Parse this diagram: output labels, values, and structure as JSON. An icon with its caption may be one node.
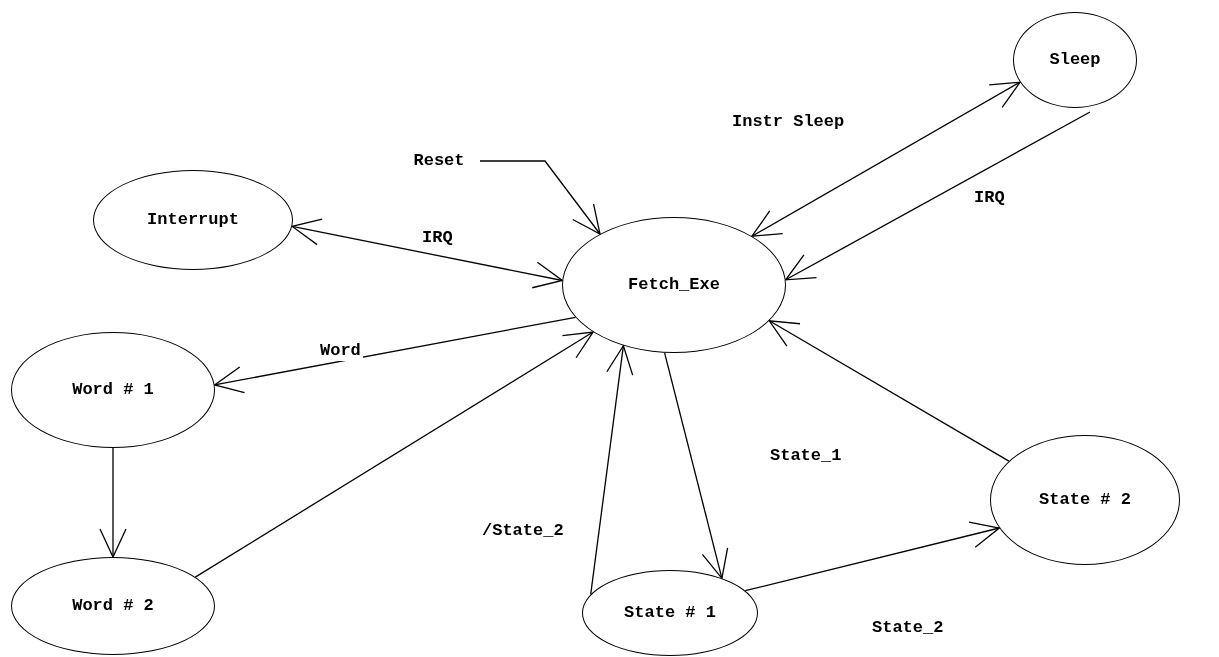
{
  "diagram": {
    "nodes": [
      {
        "text": [
          "Sleep"
        ]
      },
      {
        "text": [
          "Reset"
        ]
      },
      {
        "text": [
          "Interrupt"
        ]
      },
      {
        "text": [
          "Fetch_Exe"
        ]
      },
      {
        "text": [
          "Word # 1"
        ]
      },
      {
        "text": [
          "State # 2"
        ]
      },
      {
        "text": [
          "Word # 2"
        ]
      },
      {
        "text": [
          "State # 1"
        ]
      }
    ],
    "edges": [
      {
        "from": 1,
        "to": 3,
        "arrow": "to"
      },
      {
        "from": 3,
        "to": 0,
        "arrow": "both",
        "label": "Instr Sleep"
      },
      {
        "from": 0,
        "to": 3,
        "arrow": "to",
        "label": "IRQ"
      },
      {
        "from": 3,
        "to": 2,
        "arrow": "both",
        "label": "IRQ"
      },
      {
        "from": 3,
        "to": 4,
        "arrow": "to",
        "label": "Word"
      },
      {
        "from": 4,
        "to": 6,
        "arrow": "to"
      },
      {
        "from": 6,
        "to": 3,
        "arrow": "to"
      },
      {
        "from": 7,
        "to": 3,
        "arrow": "to",
        "label": "/State_2"
      },
      {
        "from": 3,
        "to": 7,
        "arrow": "to",
        "label": "State_1"
      },
      {
        "from": 7,
        "to": 5,
        "arrow": "to",
        "label": "State_2"
      },
      {
        "from": 5,
        "to": 3,
        "arrow": "to"
      }
    ]
  }
}
